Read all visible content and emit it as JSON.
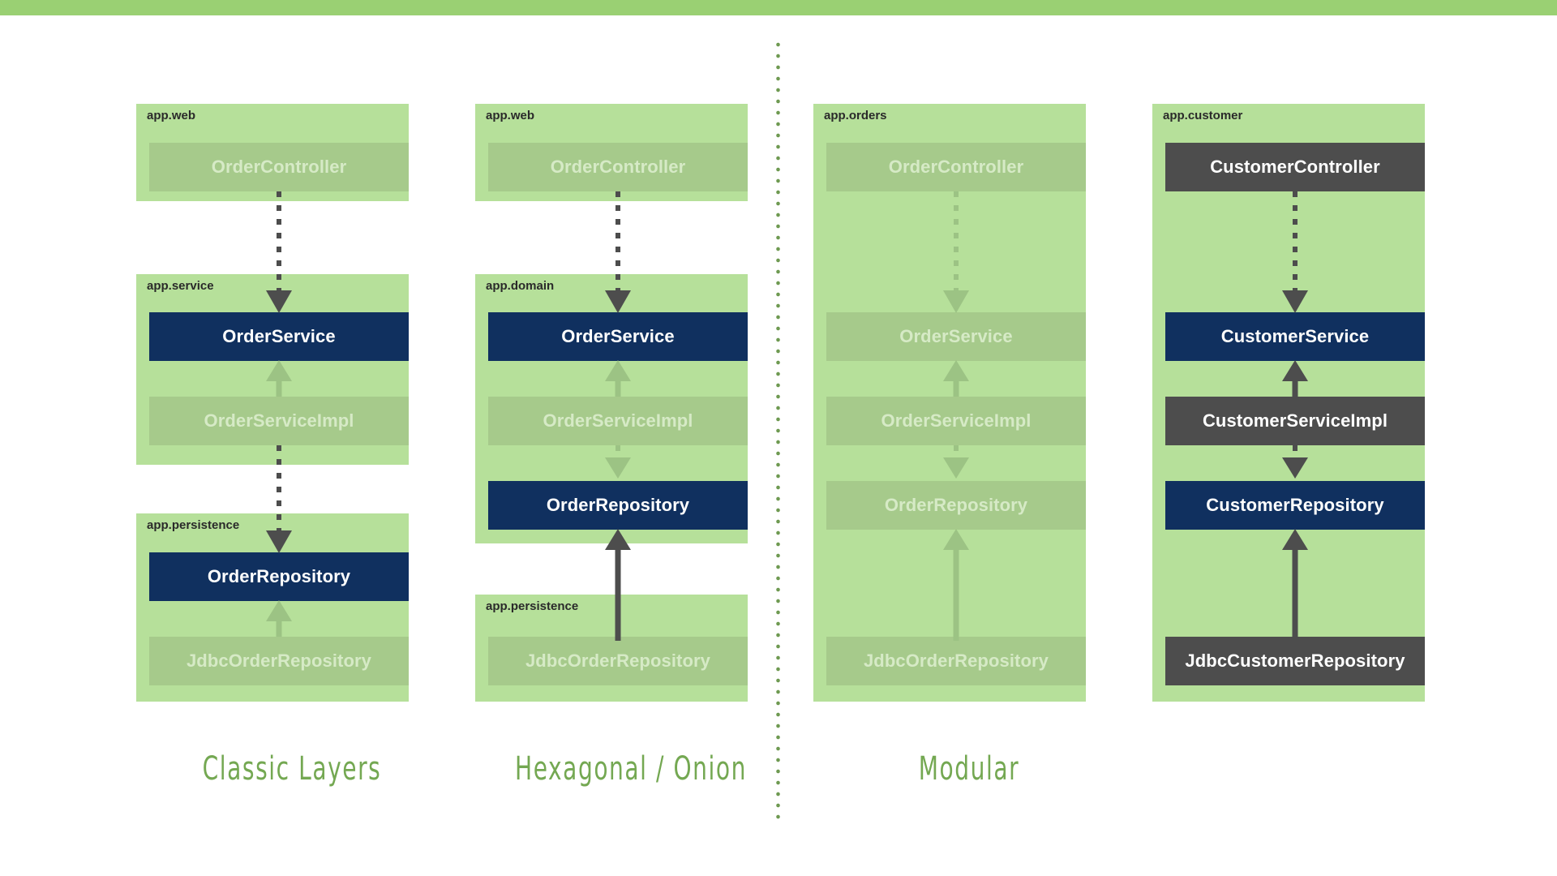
{
  "theme": {
    "topbar_color": "#9ad073",
    "package_green": "#b6e09a",
    "ghost_box": "#a6ca8b",
    "ghost_text": "#d6eac6",
    "interface_navy": "#10305f",
    "impl_gray": "#4d4d4d",
    "caption_green": "#74a852",
    "arrow_dark": "#4d4d4d",
    "arrow_faded": "#9cc384",
    "divider_dot": "#6f9a52"
  },
  "divider": {
    "style": "dotted-vertical"
  },
  "columns": [
    {
      "id": "classic-layers",
      "caption": "Classic Layers",
      "packages": [
        {
          "name": "app.web",
          "classes": [
            {
              "label": "OrderController",
              "style": "ghost"
            }
          ]
        },
        {
          "name": "app.service",
          "classes": [
            {
              "label": "OrderService",
              "style": "interface"
            },
            {
              "label": "OrderServiceImpl",
              "style": "ghost"
            }
          ]
        },
        {
          "name": "app.persistence",
          "classes": [
            {
              "label": "OrderRepository",
              "style": "interface"
            },
            {
              "label": "JdbcOrderRepository",
              "style": "ghost"
            }
          ]
        }
      ],
      "arrows": [
        {
          "from": "OrderController",
          "to": "OrderService",
          "kind": "dependency-dashed",
          "tone": "dark"
        },
        {
          "from": "OrderServiceImpl",
          "to": "OrderService",
          "kind": "realization-solid",
          "tone": "faded"
        },
        {
          "from": "OrderServiceImpl",
          "to": "OrderRepository",
          "kind": "dependency-dashed",
          "tone": "dark"
        },
        {
          "from": "JdbcOrderRepository",
          "to": "OrderRepository",
          "kind": "realization-solid",
          "tone": "faded"
        }
      ]
    },
    {
      "id": "hexagonal-onion",
      "caption": "Hexagonal / Onion",
      "packages": [
        {
          "name": "app.web",
          "classes": [
            {
              "label": "OrderController",
              "style": "ghost"
            }
          ]
        },
        {
          "name": "app.domain",
          "classes": [
            {
              "label": "OrderService",
              "style": "interface"
            },
            {
              "label": "OrderServiceImpl",
              "style": "ghost"
            },
            {
              "label": "OrderRepository",
              "style": "interface"
            }
          ]
        },
        {
          "name": "app.persistence",
          "classes": [
            {
              "label": "JdbcOrderRepository",
              "style": "ghost"
            }
          ]
        }
      ],
      "arrows": [
        {
          "from": "OrderController",
          "to": "OrderService",
          "kind": "dependency-dashed",
          "tone": "dark"
        },
        {
          "from": "OrderServiceImpl",
          "to": "OrderService",
          "kind": "realization-solid",
          "tone": "faded"
        },
        {
          "from": "OrderServiceImpl",
          "to": "OrderRepository",
          "kind": "dependency-dashed",
          "tone": "faded"
        },
        {
          "from": "JdbcOrderRepository",
          "to": "OrderRepository",
          "kind": "realization-solid",
          "tone": "dark"
        }
      ]
    },
    {
      "id": "modular",
      "caption": "Modular",
      "packages": [
        {
          "name": "app.orders",
          "classes": [
            {
              "label": "OrderController",
              "style": "ghost"
            },
            {
              "label": "OrderService",
              "style": "ghost"
            },
            {
              "label": "OrderServiceImpl",
              "style": "ghost"
            },
            {
              "label": "OrderRepository",
              "style": "ghost"
            },
            {
              "label": "JdbcOrderRepository",
              "style": "ghost"
            }
          ]
        }
      ],
      "arrows": [
        {
          "from": "OrderController",
          "to": "OrderService",
          "kind": "dependency-dashed",
          "tone": "faded"
        },
        {
          "from": "OrderServiceImpl",
          "to": "OrderService",
          "kind": "realization-solid",
          "tone": "faded"
        },
        {
          "from": "OrderServiceImpl",
          "to": "OrderRepository",
          "kind": "dependency-dashed",
          "tone": "faded"
        },
        {
          "from": "JdbcOrderRepository",
          "to": "OrderRepository",
          "kind": "realization-solid",
          "tone": "faded"
        }
      ]
    },
    {
      "id": "modular-customer",
      "caption": "",
      "packages": [
        {
          "name": "app.customer",
          "classes": [
            {
              "label": "CustomerController",
              "style": "impl"
            },
            {
              "label": "CustomerService",
              "style": "interface"
            },
            {
              "label": "CustomerServiceImpl",
              "style": "impl"
            },
            {
              "label": "CustomerRepository",
              "style": "interface"
            },
            {
              "label": "JdbcCustomerRepository",
              "style": "impl"
            }
          ]
        }
      ],
      "arrows": [
        {
          "from": "CustomerController",
          "to": "CustomerService",
          "kind": "dependency-dashed",
          "tone": "dark"
        },
        {
          "from": "CustomerServiceImpl",
          "to": "CustomerService",
          "kind": "realization-solid",
          "tone": "dark"
        },
        {
          "from": "CustomerServiceImpl",
          "to": "CustomerRepository",
          "kind": "dependency-dashed",
          "tone": "dark"
        },
        {
          "from": "JdbcCustomerRepository",
          "to": "CustomerRepository",
          "kind": "realization-solid",
          "tone": "dark"
        }
      ]
    }
  ]
}
